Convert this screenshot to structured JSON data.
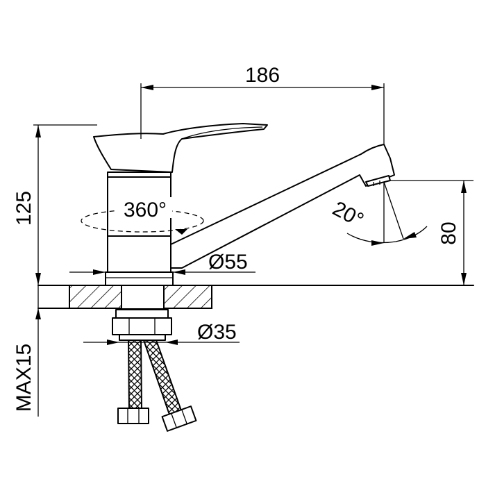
{
  "drawing": {
    "dimensions": {
      "spout_reach": "186",
      "total_height": "125",
      "spout_height": "80",
      "base_diameter": "Ø55",
      "hose_diameter": "Ø35",
      "mount_thickness": "MAX15"
    },
    "angles": {
      "rotation": "360°",
      "outlet_tilt": "20°"
    }
  }
}
